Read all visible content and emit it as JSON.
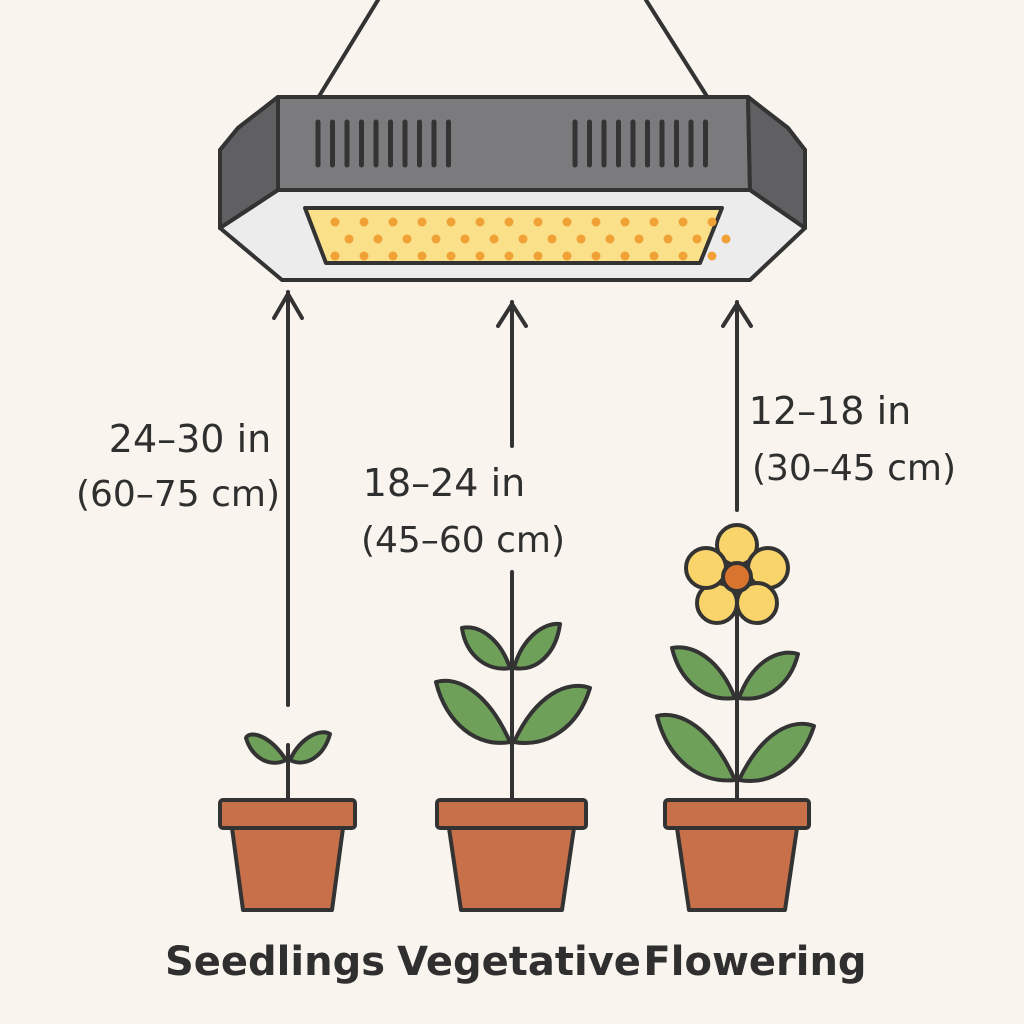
{
  "colors": {
    "background": "#f9f5ee",
    "outline": "#333333",
    "fixture_top": "#7b7b7d",
    "fixture_side": "#606062",
    "panel": "#ececec",
    "led_panel": "#fbe08a",
    "led": "#f0a236",
    "leaf": "#6fa05a",
    "pot": "#c8704a",
    "petal": "#f8d46a",
    "flower_center": "#d9742f"
  },
  "stages": [
    {
      "name": "Seedlings",
      "distance_in": "24–30 in",
      "distance_cm": "(60–75 cm)"
    },
    {
      "name": "Vegetative",
      "distance_in": "18–24 in",
      "distance_cm": "(45–60 cm)"
    },
    {
      "name": "Flowering",
      "distance_in": "12–18 in",
      "distance_cm": "(30–45 cm)"
    }
  ]
}
